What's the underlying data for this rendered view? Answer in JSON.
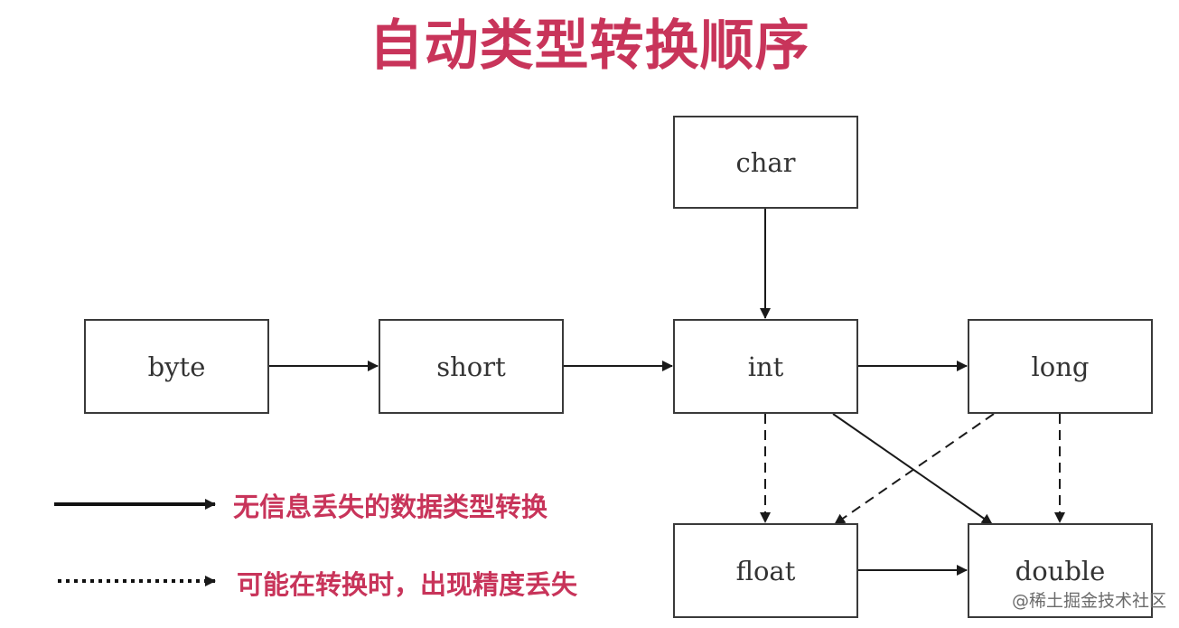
{
  "title": "自动类型转换顺序",
  "nodes": {
    "byte": "byte",
    "short": "short",
    "char": "char",
    "int": "int",
    "long": "long",
    "float": "float",
    "double": "double"
  },
  "edges": [
    {
      "from": "byte",
      "to": "short",
      "style": "solid"
    },
    {
      "from": "short",
      "to": "int",
      "style": "solid"
    },
    {
      "from": "char",
      "to": "int",
      "style": "solid"
    },
    {
      "from": "int",
      "to": "long",
      "style": "solid"
    },
    {
      "from": "int",
      "to": "double",
      "style": "solid"
    },
    {
      "from": "float",
      "to": "double",
      "style": "solid"
    },
    {
      "from": "int",
      "to": "float",
      "style": "dashed"
    },
    {
      "from": "long",
      "to": "float",
      "style": "dashed"
    },
    {
      "from": "long",
      "to": "double",
      "style": "dashed"
    }
  ],
  "legend": {
    "solid_label": "无信息丢失的数据类型转换",
    "dashed_label": "可能在转换时，出现精度丢失"
  },
  "watermark": "@稀土掘金技术社区",
  "colors": {
    "title": "#c8345a",
    "legend_text": "#c8345a",
    "box_border": "#3a3a3a",
    "arrow": "#1a1a1a"
  }
}
